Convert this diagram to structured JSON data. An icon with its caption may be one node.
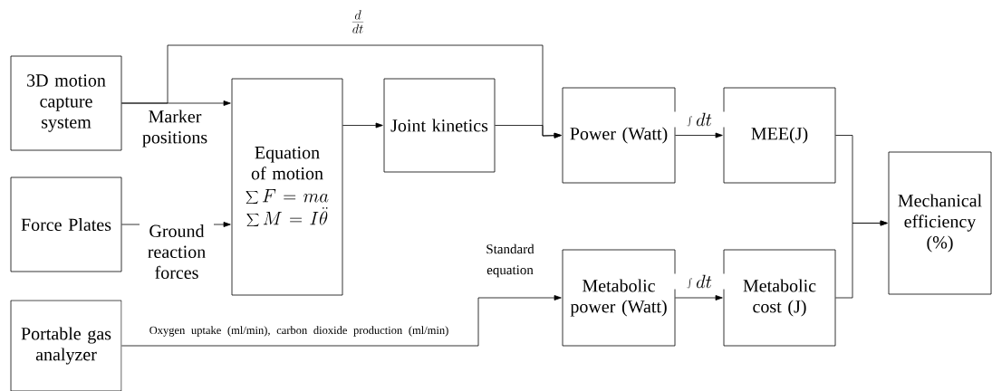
{
  "diagram": {
    "nodes": [
      {
        "text": [
          "3D motion capture system"
        ]
      },
      {
        "text": [
          "Force Plates"
        ]
      },
      {
        "text": [
          "Portable gas analyzer"
        ]
      },
      {
        "text": [
          "Equation of motion",
          "\\sum F = ma",
          "\\sum M = I\\ddot{\\theta}"
        ]
      },
      {
        "text": [
          "Joint kinetics"
        ]
      },
      {
        "text": [
          "Power (Watt)"
        ]
      },
      {
        "text": [
          "MEE(J)"
        ]
      },
      {
        "text": [
          "Metabolic power (Watt)"
        ]
      },
      {
        "text": [
          "Metabolic cost (J)"
        ]
      },
      {
        "text": [
          "Mechanical efficiency (%)"
        ]
      }
    ],
    "edges": [
      {
        "from": 0,
        "to": 3,
        "arrow": "to",
        "label": "Marker positions"
      },
      {
        "from": 0,
        "to": 5,
        "arrow": "to",
        "label": "\\frac{d}{dt}"
      },
      {
        "from": 1,
        "to": 3,
        "arrow": "to",
        "label": "Ground reaction forces"
      },
      {
        "from": 3,
        "to": 4,
        "arrow": "to"
      },
      {
        "from": 4,
        "to": 5,
        "arrow": "to"
      },
      {
        "from": 2,
        "to": 7,
        "arrow": "to",
        "label": "Oxygen uptake (ml/min), carbon dioxide production (ml/min)"
      },
      {
        "from": 5,
        "to": 6,
        "arrow": "to",
        "label": "\\int dt"
      },
      {
        "from": 7,
        "to": 8,
        "arrow": "to",
        "label": "\\int dt"
      },
      {
        "from": 6,
        "to": 9,
        "arrow": "to"
      },
      {
        "from": 8,
        "to": 9,
        "arrow": "to"
      }
    ],
    "labels": [
      "Standard equation"
    ]
  }
}
